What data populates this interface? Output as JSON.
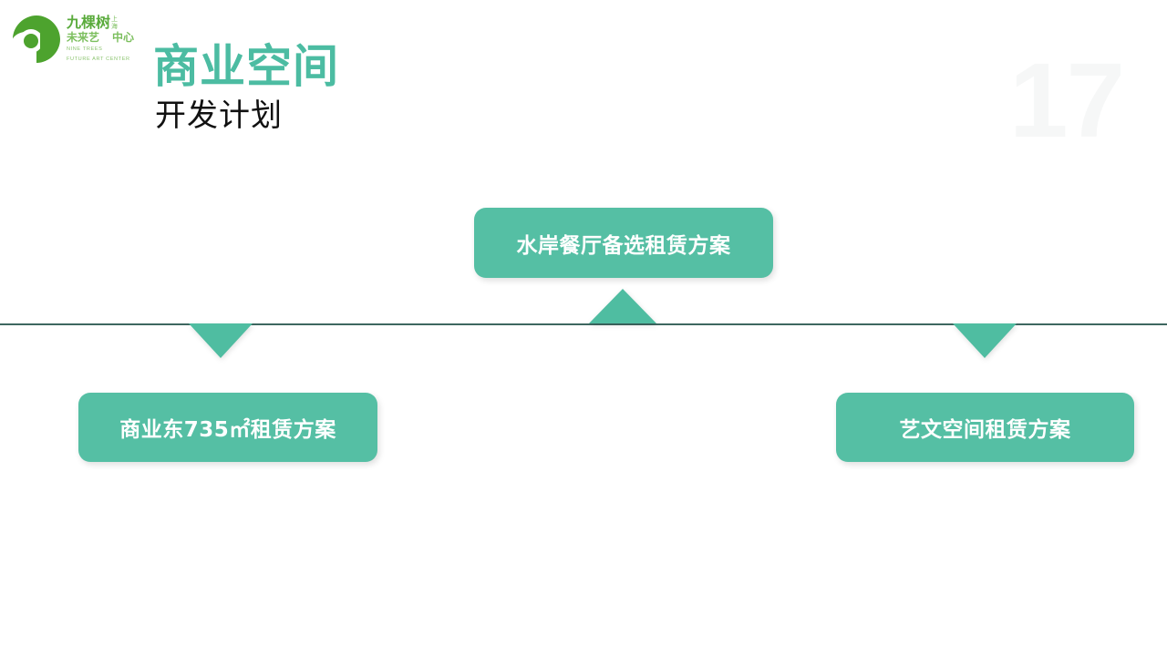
{
  "slide": {
    "page_number": "17",
    "accent_color": "#55bfa4",
    "title_color": "#4cbca2",
    "divider_color": "#3e6760",
    "page_number_color": "#f6f7f7",
    "background": "#ffffff"
  },
  "logo": {
    "mark_color": "#4da32e",
    "cn_main": "九棵树",
    "cn_side_top": "上",
    "cn_side_bottom": "海",
    "cn_sub": "未来艺",
    "cn_sub2": "中心",
    "en_line1": "NINE TREES",
    "en_line2": "FUTURE ART CENTER"
  },
  "header": {
    "title": "商业空间",
    "subtitle": "开发计划"
  },
  "boxes": [
    {
      "id": "top",
      "label": "水岸餐厅备选租赁方案"
    },
    {
      "id": "left",
      "label": "商业东735㎡租赁方案"
    },
    {
      "id": "right",
      "label": "艺文空间租赁方案"
    }
  ],
  "connectors": [
    {
      "id": "left-connector",
      "direction": "down"
    },
    {
      "id": "center-connector",
      "direction": "up"
    },
    {
      "id": "right-connector",
      "direction": "down"
    }
  ]
}
